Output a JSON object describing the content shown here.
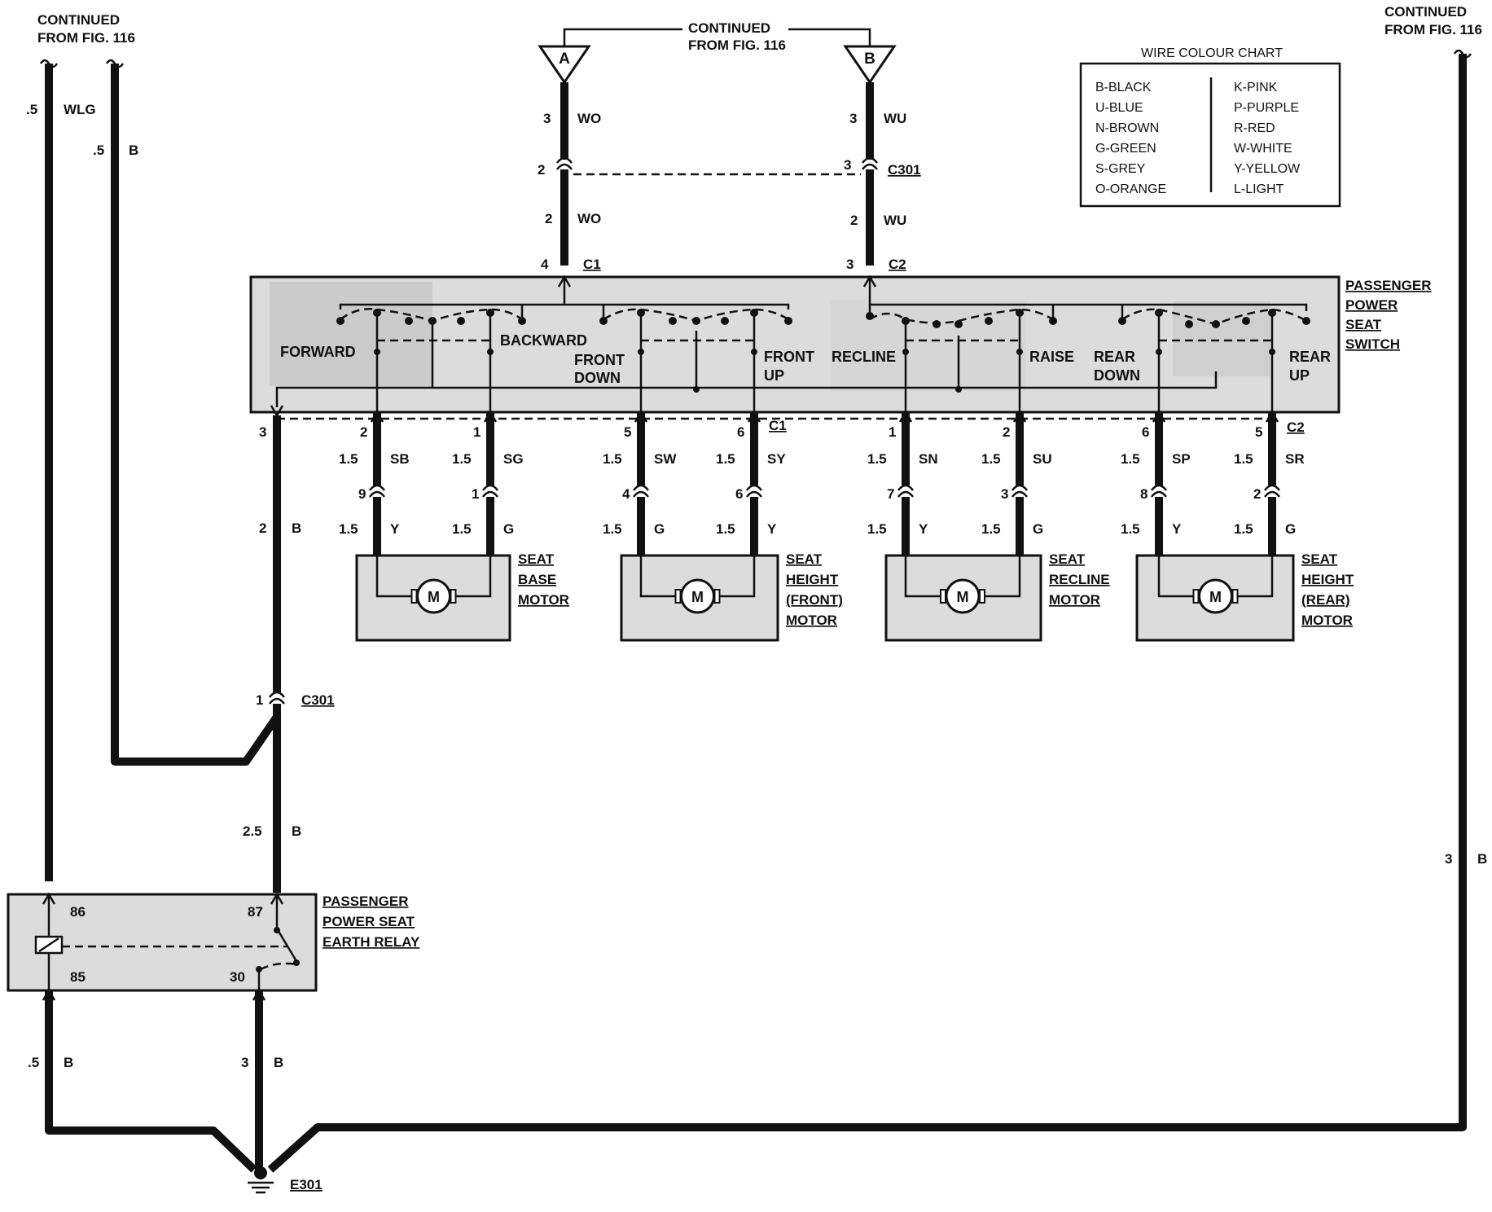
{
  "continued": {
    "top_left": [
      "CONTINUED",
      "FROM FIG. 116"
    ],
    "top_center": [
      "CONTINUED",
      "FROM FIG. 116"
    ],
    "top_right": [
      "CONTINUED",
      "FROM FIG. 116"
    ]
  },
  "inputs": {
    "a": {
      "letter": "A",
      "pin_top": "3",
      "wire_top": "WO",
      "conn_pin": "2",
      "pin_bottom": "2",
      "wire_bottom": "WO",
      "switch_pin": "4",
      "switch_conn": "C1"
    },
    "b": {
      "letter": "B",
      "pin_top": "3",
      "wire_top": "WU",
      "conn_pin": "3",
      "conn": "C301",
      "pin_bottom": "2",
      "wire_bottom": "WU",
      "switch_pin": "3",
      "switch_conn": "C2"
    }
  },
  "left_wires": {
    "wlg": {
      "size": ".5",
      "color": "WLG"
    },
    "b": {
      "size": ".5",
      "color": "B"
    }
  },
  "wire_chart": {
    "title": "WIRE COLOUR CHART",
    "left": [
      "B-BLACK",
      "U-BLUE",
      "N-BROWN",
      "G-GREEN",
      "S-GREY",
      "O-ORANGE"
    ],
    "right": [
      "K-PINK",
      "P-PURPLE",
      "R-RED",
      "W-WHITE",
      "Y-YELLOW",
      "L-LIGHT"
    ]
  },
  "switch": {
    "name": [
      "PASSENGER",
      "POWER",
      "SEAT",
      "SWITCH"
    ],
    "functions": {
      "forward": "FORWARD",
      "backward": "BACKWARD",
      "front_down": [
        "FRONT",
        "DOWN"
      ],
      "front_up": [
        "FRONT",
        "UP"
      ],
      "recline": "RECLINE",
      "raise": "RAISE",
      "rear_down": [
        "REAR",
        "DOWN"
      ],
      "rear_up": [
        "REAR",
        "UP"
      ]
    },
    "out_c1": "C1",
    "out_c2": "C2",
    "ground_pin": "3"
  },
  "motors": [
    {
      "name": [
        "SEAT",
        "BASE",
        "MOTOR"
      ],
      "symbol": "M",
      "left": {
        "pin": "2",
        "size": "1.5",
        "color": "SB",
        "conn_pin": "9",
        "m_size": "1.5",
        "m_color": "Y"
      },
      "right": {
        "pin": "1",
        "size": "1.5",
        "color": "SG",
        "conn_pin": "1",
        "m_size": "1.5",
        "m_color": "G"
      }
    },
    {
      "name": [
        "SEAT",
        "HEIGHT",
        "(FRONT)",
        "MOTOR"
      ],
      "symbol": "M",
      "left": {
        "pin": "5",
        "size": "1.5",
        "color": "SW",
        "conn_pin": "4",
        "m_size": "1.5",
        "m_color": "G"
      },
      "right": {
        "pin": "6",
        "size": "1.5",
        "color": "SY",
        "conn_pin": "6",
        "m_size": "1.5",
        "m_color": "Y"
      }
    },
    {
      "name": [
        "SEAT",
        "RECLINE",
        "MOTOR"
      ],
      "symbol": "M",
      "left": {
        "pin": "1",
        "size": "1.5",
        "color": "SN",
        "conn_pin": "7",
        "m_size": "1.5",
        "m_color": "Y"
      },
      "right": {
        "pin": "2",
        "size": "1.5",
        "color": "SU",
        "conn_pin": "3",
        "m_size": "1.5",
        "m_color": "G"
      }
    },
    {
      "name": [
        "SEAT",
        "HEIGHT",
        "(REAR)",
        "MOTOR"
      ],
      "symbol": "M",
      "left": {
        "pin": "6",
        "size": "1.5",
        "color": "SP",
        "conn_pin": "8",
        "m_size": "1.5",
        "m_color": "Y"
      },
      "right": {
        "pin": "5",
        "size": "1.5",
        "color": "SR",
        "conn_pin": "2",
        "m_size": "1.5",
        "m_color": "G"
      }
    }
  ],
  "ground_path": {
    "switch_wire": {
      "size": "2",
      "color": "B"
    },
    "c301": {
      "pin": "1",
      "name": "C301"
    },
    "to_relay": {
      "size": "2.5",
      "color": "B"
    }
  },
  "relay": {
    "name": [
      "PASSENGER",
      "POWER SEAT",
      "EARTH RELAY"
    ],
    "pins": {
      "p86": "86",
      "p87": "87",
      "p85": "85",
      "p30": "30"
    },
    "out_left": {
      "size": ".5",
      "color": "B"
    },
    "out_right": {
      "size": "3",
      "color": "B"
    }
  },
  "right_wire": {
    "size": "3",
    "color": "B"
  },
  "earth": {
    "name": "E301"
  }
}
